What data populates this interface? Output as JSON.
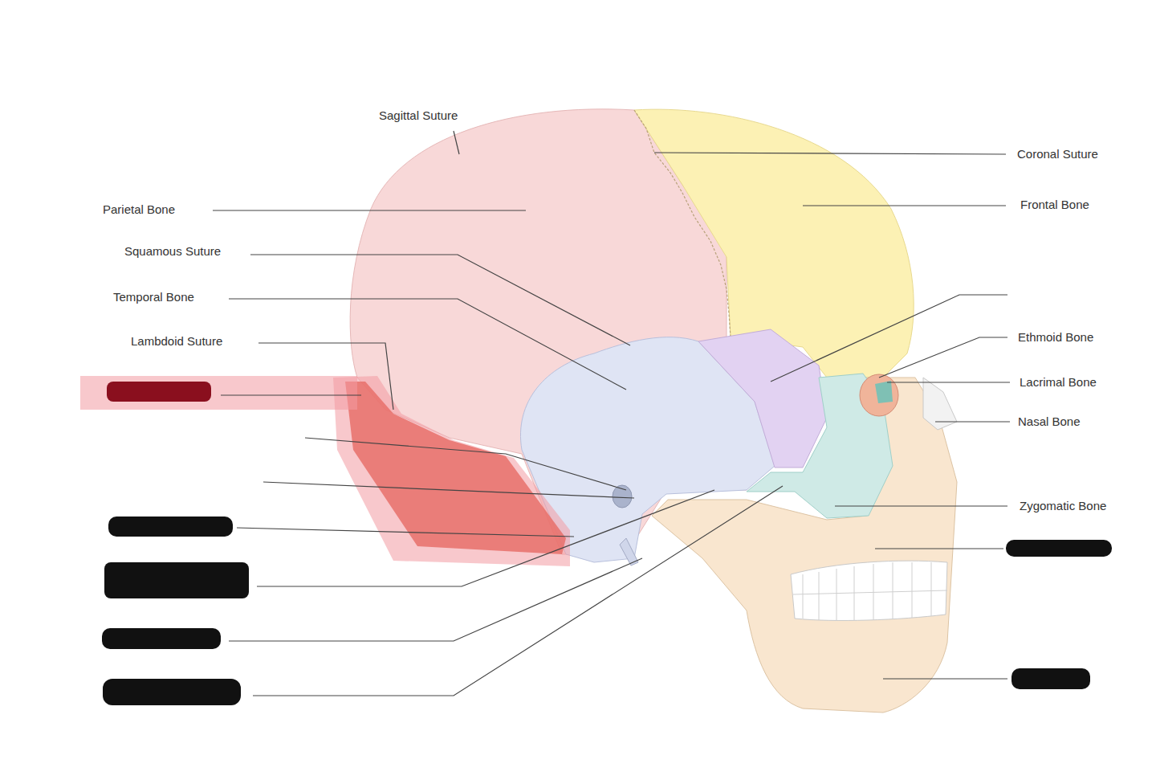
{
  "diagram": {
    "labels": [
      "Sagittal Suture",
      "Coronal Suture",
      "Frontal Bone",
      "Parietal Bone",
      "Squamous Suture",
      "Temporal Bone",
      "Lambdoid Suture",
      "Ethmoid Bone",
      "Lacrimal Bone",
      "Nasal Bone",
      "Zygomatic Bone"
    ]
  }
}
